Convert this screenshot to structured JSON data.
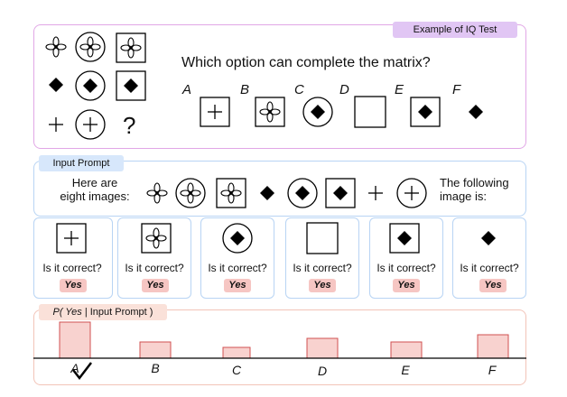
{
  "top": {
    "tag": "Example of IQ Test",
    "question": "Which option can complete the matrix?",
    "question_mark": "?",
    "options": [
      "A",
      "B",
      "C",
      "D",
      "E",
      "F"
    ]
  },
  "prompt": {
    "tag": "Input Prompt",
    "intro_line1": "Here are",
    "intro_line2": "eight images:",
    "outro_line1": "The following",
    "outro_line2": "image is:"
  },
  "candidates": {
    "question": "Is it correct?",
    "answer": "Yes"
  },
  "probability": {
    "tag_prefix": "P(",
    "tag_yes": " Yes",
    "tag_suffix": " | Input Prompt )",
    "categories": [
      "A",
      "B",
      "C",
      "D",
      "E",
      "F"
    ],
    "values": [
      1.0,
      0.45,
      0.3,
      0.55,
      0.45,
      0.65
    ],
    "correct_answer": "A"
  },
  "colors": {
    "top_border": "#e1a7e6",
    "top_tag": "#e1c6f4",
    "prompt_border": "#b8d4f4",
    "prompt_tag": "#d7e7fb",
    "prob_border": "#f2c4b8",
    "prob_tag": "#fae1d9",
    "bar_fill": "#f8d2cf",
    "bar_stroke": "#d05050",
    "yes_fill": "#f6c6c3"
  }
}
